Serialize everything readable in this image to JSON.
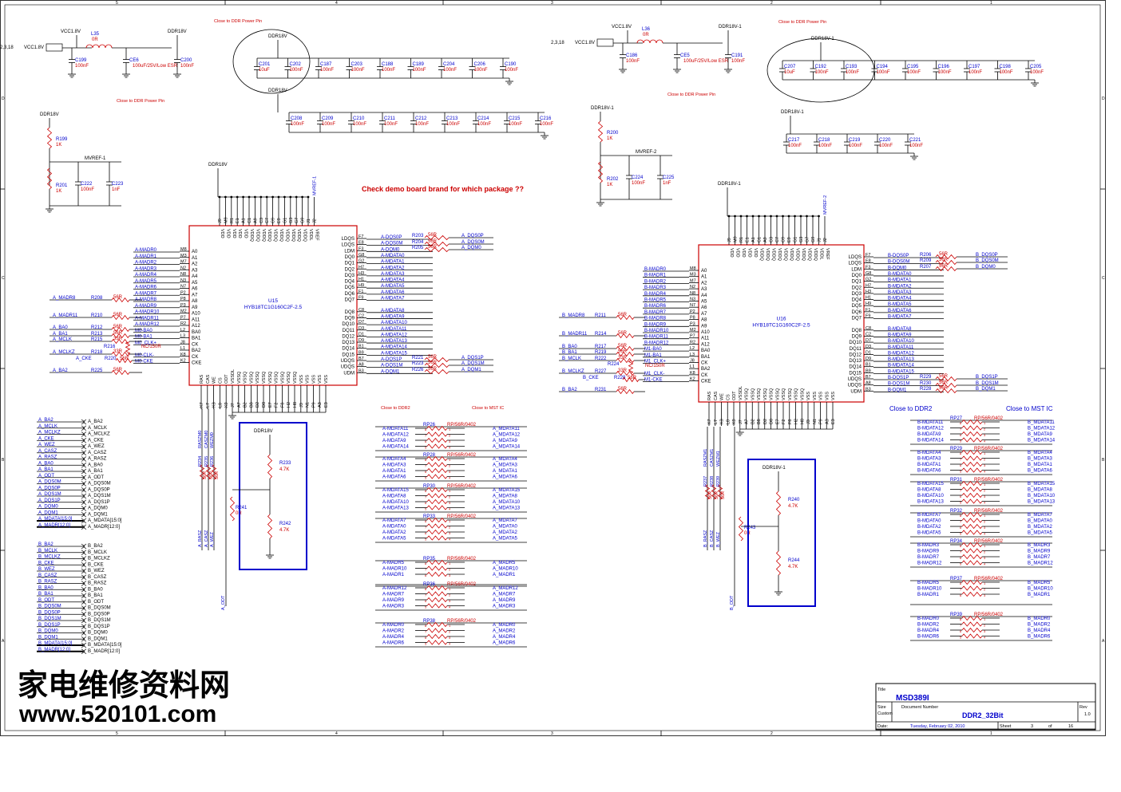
{
  "border": {
    "top_cols": [
      "5",
      "4",
      "3",
      "2",
      "1"
    ],
    "bottom_cols": [
      "5",
      "4",
      "3",
      "2",
      "1"
    ],
    "rows": [
      "D",
      "C",
      "B",
      "A"
    ]
  },
  "colors": {
    "wire": "#000000",
    "label": "#0000cc",
    "part": "#cc0000",
    "note": "#cc0000",
    "box": "#0000cc"
  },
  "notes": {
    "pkg_question": "Check demo board brand for which package ??",
    "close_pwr_1": "Close to DDR Power Pin",
    "close_pwr_2": "Close to DDR Power Pin",
    "close_pwr_3": "Close to DDR Power Pin",
    "close_pwr_4": "Close to DDR Power Pin",
    "close_ddr2_a": "Close to DDR2",
    "close_mst_a": "Close to MST IC",
    "close_ddr2_b": "Close to DDR2",
    "close_mst_b": "Close to MST IC"
  },
  "left_power": {
    "in_ref": "2,3,18",
    "in_net": "VCC1.8V",
    "rail": "VCC1.8V",
    "inductor": "L35",
    "ind_val": "0R",
    "out_rail": "DDR18V",
    "caps": [
      {
        "ref": "C199",
        "val": "100nF"
      },
      {
        "ref": "CE6",
        "val": "100uF/25V/Low ESR"
      },
      {
        "ref": "C200",
        "val": "100nF"
      }
    ]
  },
  "right_power": {
    "in_ref": "2,3,18",
    "in_net": "VCC1.8V",
    "rail": "VCC1.8V",
    "inductor": "L36",
    "ind_val": "0R",
    "out_rail": "DDR18V-1",
    "caps": [
      {
        "ref": "C186",
        "val": "100nF"
      },
      {
        "ref": "CE5",
        "val": "100uF/25V/Low ESR"
      },
      {
        "ref": "C191",
        "val": "100nF"
      }
    ]
  },
  "decap_a1": {
    "rail": "DDR18V",
    "caps": [
      {
        "ref": "C201",
        "val": "10uF"
      },
      {
        "ref": "C202",
        "val": "100nF"
      },
      {
        "ref": "C187",
        "val": "100nF"
      },
      {
        "ref": "C203",
        "val": "100nF"
      },
      {
        "ref": "C188",
        "val": "100nF"
      },
      {
        "ref": "C189",
        "val": "100nF"
      },
      {
        "ref": "C204",
        "val": "100nF"
      },
      {
        "ref": "C206",
        "val": "100nF"
      },
      {
        "ref": "C190",
        "val": "100nF"
      }
    ]
  },
  "decap_a2": {
    "rail": "DDR18V",
    "caps": [
      {
        "ref": "C208",
        "val": "100nF"
      },
      {
        "ref": "C209",
        "val": "100nF"
      },
      {
        "ref": "C210",
        "val": "100nF"
      },
      {
        "ref": "C211",
        "val": "100nF"
      },
      {
        "ref": "C212",
        "val": "100nF"
      },
      {
        "ref": "C213",
        "val": "100nF"
      },
      {
        "ref": "C214",
        "val": "100nF"
      },
      {
        "ref": "C215",
        "val": "100nF"
      },
      {
        "ref": "C216",
        "val": "100nF"
      }
    ]
  },
  "decap_b1": {
    "rail": "DDR18V-1",
    "caps": [
      {
        "ref": "C207",
        "val": "10uF"
      },
      {
        "ref": "C192",
        "val": "100nF"
      },
      {
        "ref": "C193",
        "val": "100nF"
      },
      {
        "ref": "C194",
        "val": "100nF"
      },
      {
        "ref": "C195",
        "val": "100nF"
      },
      {
        "ref": "C196",
        "val": "100nF"
      },
      {
        "ref": "C197",
        "val": "100nF"
      },
      {
        "ref": "C198",
        "val": "100nF"
      },
      {
        "ref": "C205",
        "val": "100nF"
      }
    ]
  },
  "decap_b2": {
    "rail": "DDR18V-1",
    "caps": [
      {
        "ref": "C217",
        "val": "100nF"
      },
      {
        "ref": "C218",
        "val": "100nF"
      },
      {
        "ref": "C219",
        "val": "100nF"
      },
      {
        "ref": "C220",
        "val": "100nF"
      },
      {
        "ref": "C221",
        "val": "100nF"
      }
    ]
  },
  "vref_a": {
    "rail": "DDR18V",
    "net": "MVREF-1",
    "r_top": {
      "ref": "R199",
      "val": "1K"
    },
    "r_bot": {
      "ref": "R201",
      "val": "1K"
    },
    "c1": {
      "ref": "C222",
      "val": "100nF"
    },
    "c2": {
      "ref": "C223",
      "val": "1nF"
    }
  },
  "vref_b": {
    "rail": "DDR18V-1",
    "net": "MVREF-2",
    "r_top": {
      "ref": "R200",
      "val": "1K"
    },
    "r_bot": {
      "ref": "R202",
      "val": "1K"
    },
    "c1": {
      "ref": "C224",
      "val": "100nF"
    },
    "c2": {
      "ref": "C225",
      "val": "1nF"
    }
  },
  "u15": {
    "ref": "U15",
    "part": "HYB18TC1G160C2F-2.5",
    "rail": "DDR18V",
    "vref_net": "MVREF-1",
    "top_pins": [
      "J9",
      "M9",
      "R1",
      "E1",
      "A1",
      "C1",
      "A9",
      "C3",
      "C7",
      "C9",
      "E9",
      "G1",
      "G3",
      "G7",
      "G9",
      "J1",
      "J2"
    ],
    "top_names": [
      "VDD",
      "VDD",
      "VDD",
      "VDD",
      "VDD",
      "VDDQ",
      "VDDQ",
      "VDDQ",
      "VDDQ",
      "VDDQ",
      "VDDQ",
      "VDDQ",
      "VDDQ",
      "VDDQ",
      "VDDQ",
      "VDDL",
      "VREF"
    ],
    "bot_pins": [
      "K7",
      "L7",
      "K3",
      "L8",
      "K9",
      "J7",
      "A7",
      "B2",
      "B8",
      "D2",
      "D8",
      "E7",
      "F2",
      "F8",
      "H2",
      "H8",
      "J3",
      "N1",
      "P9",
      "A3",
      "E3"
    ],
    "bot_names": [
      "RAS",
      "CAS",
      "WE",
      "CS",
      "ODT",
      "VSSDL",
      "VSSQ",
      "VSSQ",
      "VSSQ",
      "VSSQ",
      "VSSQ",
      "VSSQ",
      "VSSQ",
      "VSSQ",
      "VSSQ",
      "VSSQ",
      "VSS",
      "VSS",
      "VSS",
      "VSS",
      "VSS"
    ],
    "left_names": [
      "A0",
      "A1",
      "A2",
      "A3",
      "A4",
      "A5",
      "A6",
      "A7",
      "A8",
      "A9",
      "A10",
      "A11",
      "A12",
      "BA0",
      "BA1",
      "CK",
      "BA2",
      "CK",
      "CKE"
    ],
    "left_pins": [
      "M8",
      "M3",
      "M7",
      "N2",
      "N8",
      "N3",
      "N7",
      "P2",
      "P8",
      "P3",
      "M2",
      "P7",
      "R2",
      "L2",
      "L3",
      "J8",
      "L1",
      "K8",
      "K2"
    ],
    "left_nets": [
      "A-MADR0",
      "A-MADR1",
      "A-MADR2",
      "A-MADR3",
      "A-MADR4",
      "A-MADR5",
      "A-MADR6",
      "A-MADR7",
      "A-MADR8",
      "A-MADR9",
      "A-MADR10",
      "A-MADR11",
      "A-MADR12",
      "M0-BA0",
      "M0-BA1",
      "M0_CLK+",
      "",
      "M0-CLK-",
      "M0-CKE"
    ],
    "right_names": [
      "LDQS",
      "LDQS",
      "LDM",
      "DQ0",
      "DQ1",
      "DQ2",
      "DQ3",
      "DQ4",
      "DQ5",
      "DQ6",
      "DQ7",
      "",
      "DQ8",
      "DQ9",
      "DQ10",
      "DQ11",
      "DQ12",
      "DQ13",
      "DQ14",
      "DQ15",
      "UDQS",
      "UDQS",
      "UDM"
    ],
    "right_pins": [
      "F7",
      "E8",
      "F3",
      "G8",
      "G2",
      "H7",
      "H3",
      "H1",
      "H9",
      "F1",
      "F9",
      "",
      "C8",
      "C2",
      "D7",
      "D3",
      "D1",
      "D9",
      "B1",
      "B9",
      "B7",
      "A8",
      "B3"
    ],
    "right_nets": [
      "A-DQS0P",
      "A-DQS0M",
      "A-DQM0",
      "A-MDATA0",
      "A-MDATA1",
      "A-MDATA2",
      "A-MDATA3",
      "A-MDATA4",
      "A-MDATA5",
      "A-MDATA6",
      "A-MDATA7",
      "",
      "A-MDATA8",
      "A-MDATA9",
      "A-MDATA10",
      "A-MDATA11",
      "A-MDATA12",
      "A-MDATA13",
      "A-MDATA14",
      "A-MDATA15",
      "A-DQS1P",
      "A-DQS1M",
      "A-DQM1"
    ]
  },
  "u16": {
    "ref": "U16",
    "part": "HYB18TC1G160C2F-2.5",
    "rail": "DDR18V-1",
    "vref_net": "MVREF-2",
    "top_pins": [
      "J9",
      "M9",
      "R1",
      "E1",
      "A1",
      "C1",
      "A9",
      "C3",
      "C7",
      "C9",
      "E9",
      "G1",
      "G3",
      "G7",
      "G9",
      "J1",
      "J2"
    ],
    "top_names": [
      "VDD",
      "VDD",
      "VDD",
      "VDD",
      "VDD",
      "VDDQ",
      "VDDQ",
      "VDDQ",
      "VDDQ",
      "VDDQ",
      "VDDQ",
      "VDDQ",
      "VDDQ",
      "VDDQ",
      "VDDQ",
      "VDDL",
      "VREF"
    ],
    "bot_pins": [
      "K7",
      "L7",
      "K3",
      "L8",
      "K9",
      "J7",
      "A7",
      "B2",
      "B8",
      "D2",
      "D8",
      "E7",
      "F2",
      "F8",
      "H2",
      "H8",
      "J3",
      "N1",
      "P9",
      "A3",
      "E3"
    ],
    "bot_names": [
      "RAS",
      "CAS",
      "WE",
      "CS",
      "ODT",
      "VSSDL",
      "VSSQ",
      "VSSQ",
      "VSSQ",
      "VSSQ",
      "VSSQ",
      "VSSQ",
      "VSSQ",
      "VSSQ",
      "VSSQ",
      "VSSQ",
      "VSS",
      "VSS",
      "VSS",
      "VSS",
      "VSS"
    ],
    "left_names": [
      "A0",
      "A1",
      "A2",
      "A3",
      "A4",
      "A5",
      "A6",
      "A7",
      "A8",
      "A9",
      "A10",
      "A11",
      "A12",
      "BA0",
      "BA1",
      "CK",
      "BA2",
      "CK",
      "CKE"
    ],
    "left_pins": [
      "M8",
      "M3",
      "M7",
      "N2",
      "N8",
      "N3",
      "N7",
      "P2",
      "P8",
      "P3",
      "M2",
      "P7",
      "R2",
      "L2",
      "L3",
      "J8",
      "L1",
      "K8",
      "K2"
    ],
    "left_nets": [
      "B-MADR0",
      "B-MADR1",
      "B-MADR2",
      "B-MADR3",
      "B-MADR4",
      "B-MADR5",
      "B-MADR6",
      "B-MADR7",
      "B-MADR8",
      "B-MADR9",
      "B-MADR10",
      "B-MADR11",
      "B-MADR12",
      "M1-BA0",
      "M1-BA1",
      "M1_CLK+",
      "",
      "M1_CLK-",
      "M1-CKE"
    ],
    "right_names": [
      "LDQS",
      "LDQS",
      "LDM",
      "DQ0",
      "DQ1",
      "DQ2",
      "DQ3",
      "DQ4",
      "DQ5",
      "DQ6",
      "DQ7",
      "",
      "DQ8",
      "DQ9",
      "DQ10",
      "DQ11",
      "DQ12",
      "DQ13",
      "DQ14",
      "DQ15",
      "UDQS",
      "UDQS",
      "UDM"
    ],
    "right_pins": [
      "F7",
      "E8",
      "F3",
      "G8",
      "G2",
      "H7",
      "H3",
      "H1",
      "H9",
      "F1",
      "F9",
      "",
      "C8",
      "C2",
      "D7",
      "D3",
      "D1",
      "D9",
      "B1",
      "B9",
      "B7",
      "A8",
      "B3"
    ],
    "right_nets": [
      "B-DQS0P",
      "B-DQS0M",
      "B-DQM0",
      "B-MDATA0",
      "B-MDATA1",
      "B-MDATA2",
      "B-MDATA3",
      "B-MDATA4",
      "B-MDATA5",
      "B-MDATA6",
      "B-MDATA7",
      "",
      "B-MDATA8",
      "B-MDATA9",
      "B-MDATA10",
      "B-MDATA11",
      "B-MDATA12",
      "B-MDATA13",
      "B-MDATA14",
      "B-MDATA15",
      "B-DQS1P",
      "B-DQS1M",
      "B-DQM1"
    ]
  },
  "a_series": [
    {
      "net": "A-DQS0P",
      "ref": "R203",
      "val": "56R",
      "out": "A_DQS0P"
    },
    {
      "net": "A-DQS0M",
      "ref": "R204",
      "val": "56R",
      "out": "A_DQS0M"
    },
    {
      "net": "A-DQM0",
      "ref": "R205",
      "val": "56R",
      "out": "A_DQM0"
    },
    {
      "net": "A-DQS1P",
      "ref": "R221",
      "val": "56R",
      "out": "A_DQS1P"
    },
    {
      "net": "A-DQS1M",
      "ref": "R223",
      "val": "56R",
      "out": "A_DQS1M"
    },
    {
      "net": "A-DQM1",
      "ref": "R226",
      "val": "56R",
      "out": "A_DQM1"
    }
  ],
  "b_series": [
    {
      "net": "B-DQS0P",
      "ref": "R206",
      "val": "56R",
      "out": "B_DQS0P"
    },
    {
      "net": "B-DQS0M",
      "ref": "R209",
      "val": "56R",
      "out": "B_DQS0M"
    },
    {
      "net": "B-DQM0",
      "ref": "R207",
      "val": "56R",
      "out": "B_DQM0"
    },
    {
      "net": "B-DQS1P",
      "ref": "R229",
      "val": "56R",
      "out": "B_DQS1P"
    },
    {
      "net": "B-DQS1M",
      "ref": "R230",
      "val": "56R",
      "out": "B_DQS1M"
    },
    {
      "net": "B-DQM1",
      "ref": "R228",
      "val": "56R",
      "out": "B_DQM1"
    }
  ],
  "a_left_series": [
    {
      "net": "A_MADR8",
      "ref": "R208",
      "val": "56R"
    },
    {
      "net": "A_MADR11",
      "ref": "R210",
      "val": "56R"
    },
    {
      "net": "A_BA0",
      "ref": "R212",
      "val": "56R"
    },
    {
      "net": "A_BA1",
      "ref": "R213",
      "val": "56R"
    },
    {
      "net": "A_MCLK",
      "ref": "R215",
      "val": "33R"
    },
    {
      "net": "A_MCLKZ",
      "ref": "R218",
      "val": "33R"
    },
    {
      "net": "A_BA2",
      "ref": "R225",
      "val": "56R"
    }
  ],
  "a_left_extra": {
    "r216": "R216",
    "r216_val": "NC/150R",
    "r220": "R220",
    "r220_val": "56R",
    "cke": "A_CKE"
  },
  "b_left_series": [
    {
      "net": "B_MADR8",
      "ref": "R211",
      "val": "56R"
    },
    {
      "net": "B_MADR11",
      "ref": "R214",
      "val": "56R"
    },
    {
      "net": "B_BA0",
      "ref": "R217",
      "val": "56R"
    },
    {
      "net": "B_BA1",
      "ref": "R219",
      "val": "56R"
    },
    {
      "net": "B_MCLK",
      "ref": "R222",
      "val": "33R"
    },
    {
      "net": "B_MCLKZ",
      "ref": "R227",
      "val": "33R"
    },
    {
      "net": "B_BA2",
      "ref": "R231",
      "val": "56R"
    }
  ],
  "b_left_extra": {
    "r224": "R224",
    "r224_val": "NC/150R",
    "r228": "R228",
    "r228_val": "56R",
    "cke": "B_CKE"
  },
  "a_ctrl": {
    "nets": [
      "RASZM0",
      "CASZM0",
      "WEZM0"
    ],
    "refs": [
      "R234",
      "R235",
      "R236"
    ],
    "val": "56R",
    "outs": [
      "A_RASZ",
      "A_CASZ",
      "A_WEZ"
    ],
    "odt": "A_ODT",
    "r241": "R241",
    "r241_val": "0R",
    "rail": "DDR18V",
    "r233": "R233",
    "r233_val": "4.7K",
    "r242": "R242",
    "r242_val": "4.7K"
  },
  "b_ctrl": {
    "nets": [
      "RASZM1",
      "CASZM1",
      "WEZM1"
    ],
    "refs": [
      "R237",
      "R238",
      "R239"
    ],
    "val": "56R",
    "outs": [
      "B_RASZ",
      "B_CASZ",
      "B_WEZ"
    ],
    "odt": "B_ODT",
    "r243": "R243",
    "r243_val": "0R",
    "rail": "DDR18V-1",
    "r240": "R240",
    "r240_val": "4.7K",
    "r244": "R244",
    "r244_val": "4.7K"
  },
  "a_ports": [
    "A_BA2",
    "A_MCLK",
    "A_MCLKZ",
    "A_CKE",
    "A_WEZ",
    "A_CASZ",
    "A_RASZ",
    "A_BA0",
    "A_BA1",
    "A_ODT",
    "A_DQS0M",
    "A_DQS0P",
    "A_DQS1M",
    "A_DQS1P",
    "A_DQM0",
    "A_DQM1",
    "A_MDATA[15:0]",
    "A_MADR[12:0]"
  ],
  "b_ports": [
    "B_BA2",
    "B_MCLK",
    "B_MCLKZ",
    "B_CKE",
    "B_WEZ",
    "B_CASZ",
    "B_RASZ",
    "B_BA0",
    "B_BA1",
    "B_ODT",
    "B_DQS0M",
    "B_DQS0P",
    "B_DQS1M",
    "B_DQS1P",
    "B_DQM0",
    "B_DQM1",
    "B_MDATA[15:0]",
    "B_MADR[12:0]"
  ],
  "rp_a": [
    {
      "ref": "RP26",
      "val": "RP/56R/0402",
      "left": [
        "A-MDATA11",
        "A-MDATA12",
        "A-MDATA9",
        "A-MDATA14"
      ],
      "right": [
        "A_MDATA11",
        "A_MDATA12",
        "A_MDATA9",
        "A_MDATA14"
      ]
    },
    {
      "ref": "RP28",
      "val": "RP/56R/0402",
      "left": [
        "A-MDATA4",
        "A-MDATA3",
        "A-MDATA1",
        "A-MDATA6"
      ],
      "right": [
        "A_MDATA4",
        "A_MDATA3",
        "A_MDATA1",
        "A_MDATA6"
      ]
    },
    {
      "ref": "RP30",
      "val": "RP/56R/0402",
      "left": [
        "A-MDATA15",
        "A-MDATA8",
        "A-MDATA10",
        "A-MDATA13"
      ],
      "right": [
        "A_MDATA15",
        "A_MDATA8",
        "A_MDATA10",
        "A_MDATA13"
      ]
    },
    {
      "ref": "RP33",
      "val": "RP/56R/0402",
      "left": [
        "A-MDATA7",
        "A-MDATA0",
        "A-MDATA2",
        "A-MDATA5"
      ],
      "right": [
        "A_MDATA7",
        "A_MDATA0",
        "A_MDATA2",
        "A_MDATA5"
      ]
    },
    {
      "ref": "RP35",
      "val": "RP/56R/0402",
      "left": [
        "A-MADR5",
        "A-MADR10",
        "A-MADR1",
        ""
      ],
      "right": [
        "A_MADR5",
        "A_MADR10",
        "A_MADR1",
        ""
      ]
    },
    {
      "ref": "RP36",
      "val": "RP/56R/0402",
      "left": [
        "A-MADR12",
        "A-MADR7",
        "A-MADR9",
        "A-MADR3"
      ],
      "right": [
        "A_MADR12",
        "A_MADR7",
        "A_MADR9",
        "A_MADR3"
      ]
    },
    {
      "ref": "RP38",
      "val": "RP/56R/0402",
      "left": [
        "A-MADR0",
        "A-MADR2",
        "A-MADR4",
        "A-MADR6"
      ],
      "right": [
        "A_MADR0",
        "A_MADR2",
        "A_MADR4",
        "A_MADR6"
      ]
    }
  ],
  "rp_b": [
    {
      "ref": "RP27",
      "val": "RP/56R/0402",
      "left": [
        "B-MDATA11",
        "B-MDATA12",
        "B-MDATA9",
        "B-MDATA14"
      ],
      "right": [
        "B_MDATA11",
        "B_MDATA12",
        "B_MDATA9",
        "B_MDATA14"
      ]
    },
    {
      "ref": "RP29",
      "val": "RP/56R/0402",
      "left": [
        "B-MDATA4",
        "B-MDATA3",
        "B-MDATA1",
        "B-MDATA6"
      ],
      "right": [
        "B_MDATA4",
        "B_MDATA3",
        "B_MDATA1",
        "B_MDATA6"
      ]
    },
    {
      "ref": "RP31",
      "val": "RP/56R/0402",
      "left": [
        "B-MDATA15",
        "B-MDATA8",
        "B-MDATA10",
        "B-MDATA13"
      ],
      "right": [
        "B_MDATA15",
        "B_MDATA8",
        "B_MDATA10",
        "B_MDATA13"
      ]
    },
    {
      "ref": "RP32",
      "val": "RP/56R/0402",
      "left": [
        "B-MDATA7",
        "B-MDATA0",
        "B-MDATA2",
        "B-MDATA5"
      ],
      "right": [
        "B_MDATA7",
        "B_MDATA0",
        "B_MDATA2",
        "B_MDATA5"
      ]
    },
    {
      "ref": "RP34",
      "val": "RP/56R/0402",
      "left": [
        "B-MADR3",
        "B-MADR9",
        "B-MADR7",
        "B-MADR12"
      ],
      "right": [
        "B_MADR3",
        "B_MADR9",
        "B_MADR7",
        "B_MADR12"
      ]
    },
    {
      "ref": "RP37",
      "val": "RP/56R/0402",
      "left": [
        "B-MADR5",
        "B-MADR10",
        "B-MADR1",
        ""
      ],
      "right": [
        "B_MADR5",
        "B_MADR10",
        "B_MADR1",
        ""
      ]
    },
    {
      "ref": "RP39",
      "val": "RP/56R/0402",
      "left": [
        "B-MADR0",
        "B-MADR2",
        "B-MADR4",
        "B-MADR6"
      ],
      "right": [
        "B_MADR0",
        "B_MADR2",
        "B_MADR4",
        "B_MADR6"
      ]
    }
  ],
  "title_block": {
    "title_label": "Title",
    "title": "MSD389I",
    "size_label": "Size",
    "size": "Custom",
    "docnum_label": "Document Number",
    "docnum": "DDR2_32Bit",
    "rev_label": "Rev",
    "rev": "1.0",
    "date_label": "Date:",
    "date": "Tuesday, February 02, 2010",
    "sheet_label": "Sheet",
    "sheet": "3",
    "of_label": "of",
    "of": "16"
  },
  "watermark": {
    "cn": "家电维修资料网",
    "url": "www.520101.com"
  }
}
